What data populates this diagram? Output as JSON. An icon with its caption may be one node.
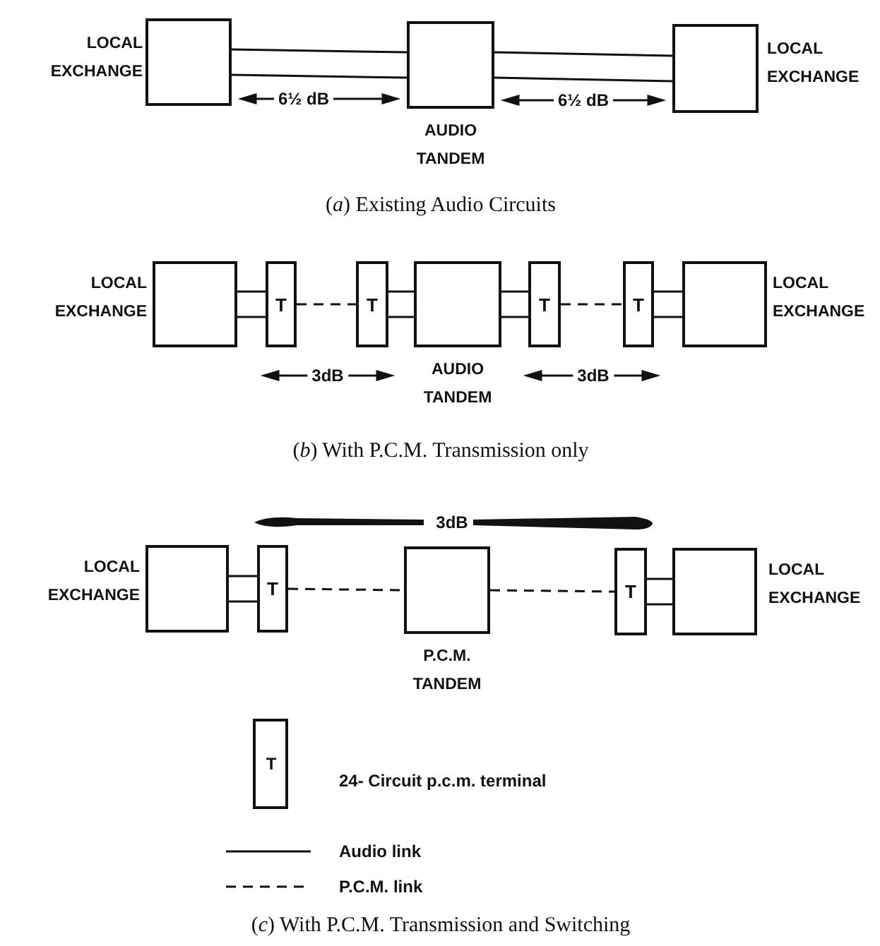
{
  "diagram": {
    "nodes": [
      {
        "text": [
          "LOCAL EXCHANGE"
        ]
      },
      {
        "text": [
          "AUDIO TANDEM"
        ]
      },
      {
        "text": [
          "LOCAL EXCHANGE"
        ]
      },
      {
        "text": [
          "LOCAL EXCHANGE"
        ]
      },
      {
        "text": [
          "T"
        ]
      },
      {
        "text": [
          "T"
        ]
      },
      {
        "text": [
          "AUDIO TANDEM"
        ]
      },
      {
        "text": [
          "T"
        ]
      },
      {
        "text": [
          "T"
        ]
      },
      {
        "text": [
          "LOCAL EXCHANGE"
        ]
      },
      {
        "text": [
          "LOCAL EXCHANGE"
        ]
      },
      {
        "text": [
          "T"
        ]
      },
      {
        "text": [
          "P.C.M. TANDEM"
        ]
      },
      {
        "text": [
          "T"
        ]
      },
      {
        "text": [
          "LOCAL EXCHANGE"
        ]
      }
    ],
    "edges": [
      {
        "from": 0,
        "to": 1,
        "arrow": "none"
      },
      {
        "from": 1,
        "to": 2,
        "arrow": "none"
      },
      {
        "from": 3,
        "to": 4,
        "arrow": "none"
      },
      {
        "from": 4,
        "to": 5,
        "arrow": "none",
        "style": "dashed"
      },
      {
        "from": 5,
        "to": 6,
        "arrow": "none"
      },
      {
        "from": 6,
        "to": 7,
        "arrow": "none"
      },
      {
        "from": 7,
        "to": 8,
        "arrow": "none",
        "style": "dashed"
      },
      {
        "from": 8,
        "to": 9,
        "arrow": "none"
      },
      {
        "from": 10,
        "to": 11,
        "arrow": "none"
      },
      {
        "from": 11,
        "to": 12,
        "arrow": "none",
        "style": "dashed"
      },
      {
        "from": 12,
        "to": 13,
        "arrow": "none",
        "style": "dashed"
      },
      {
        "from": 13,
        "to": 14,
        "arrow": "none"
      }
    ],
    "labels": [
      "6½ dB",
      "6½ dB",
      "(*a*) Existing Audio Circuits",
      "3dB",
      "3dB",
      "(*b*) With P.C.M. Transmission only",
      "3dB",
      "T",
      "(*c*) With P.C.M. Transmission and Switching"
    ],
    "legend": [
      {
        "text": "24- Circuit p.c.m. terminal"
      },
      {
        "text": "Audio link"
      },
      {
        "text": "P.C.M. link"
      }
    ]
  }
}
